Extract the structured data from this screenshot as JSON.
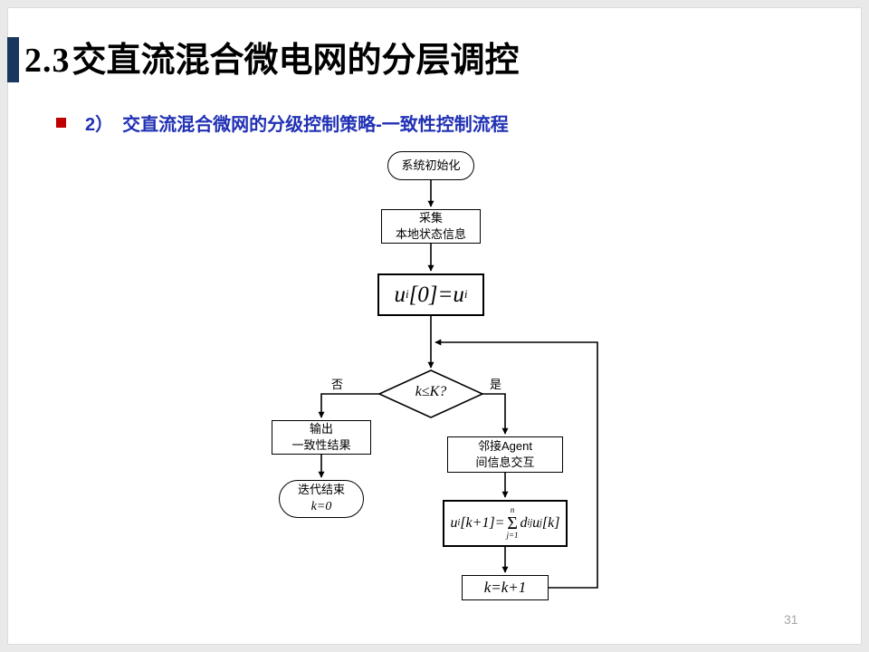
{
  "slide": {
    "title_number": "2.3",
    "title_text": "交直流混合微电网的分层调控",
    "bullet_number": "2）",
    "bullet_text": "交直流混合微网的分级控制策略-一致性控制流程",
    "page_number": "31"
  },
  "colors": {
    "title_bar": "#17375e",
    "bullet_square": "#c00000",
    "subtitle_blue": "#2131b4",
    "connector": "#000000"
  },
  "flowchart": {
    "start_label": "系统初始化",
    "collect": [
      "采集",
      "本地状态信息"
    ],
    "init_formula": {
      "u1": "u",
      "s1": "i",
      "mid": "[0]=",
      "u2": "u",
      "s2": "i"
    },
    "decision_label": "k≤K?",
    "branch_no": "否",
    "branch_yes": "是",
    "output": [
      "输出",
      "一致性结果"
    ],
    "end": [
      "迭代结束",
      "k=0"
    ],
    "agent": [
      "邻接Agent",
      "间信息交互"
    ],
    "update_formula": {
      "u1": "u",
      "s1": "i",
      "mid": "[k+1]=",
      "sup": "n",
      "sigma": "Σ",
      "sub": "j=1",
      "d": "d",
      "ds": "ij",
      "u2": "u",
      "s2": "j",
      "tail": "[k]"
    },
    "increment_label": "k=k+1"
  }
}
